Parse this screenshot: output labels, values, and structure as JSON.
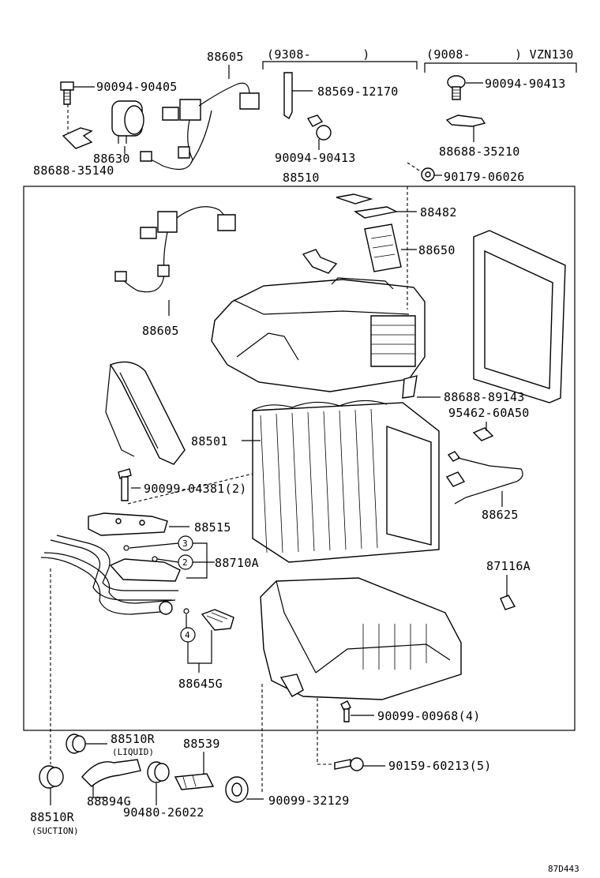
{
  "labels": {
    "p88605_top": "88605",
    "range_9308": "(9308-       )",
    "range_9008": "(9008-      ) VZN130",
    "p90094_90405": "90094-90405",
    "p88569_12170": "88569-12170",
    "p90094_90413_r": "90094-90413",
    "p88630": "88630",
    "p88688_35140": "88688-35140",
    "p90094_90413_c": "90094-90413",
    "p88688_35210": "88688-35210",
    "p88510": "88510",
    "p90179_06026": "90179-06026",
    "p88482": "88482",
    "p88650": "88650",
    "p88605_mid": "88605",
    "p88688_89143": "88688-89143",
    "p95462_60A50": "95462-60A50",
    "p88501": "88501",
    "p90099_04381": "90099-04381(2)",
    "p88625": "88625",
    "p88515": "88515",
    "p88710A": "88710A",
    "p87116A": "87116A",
    "p88645G": "88645G",
    "p90099_00968": "90099-00968(4)",
    "p88510R_liquid": "88510R",
    "liquid": "(LIQUID)",
    "p88539": "88539",
    "p90159_60213": "90159-60213(5)",
    "p88894G": "88894G",
    "p90480_26022": "90480-26022",
    "p90099_32129": "90099-32129",
    "p88510R_suction": "88510R",
    "suction": "(SUCTION)",
    "ref_code": "87D443"
  },
  "callouts": {
    "c3": "3",
    "c2": "2",
    "c4": "4"
  }
}
